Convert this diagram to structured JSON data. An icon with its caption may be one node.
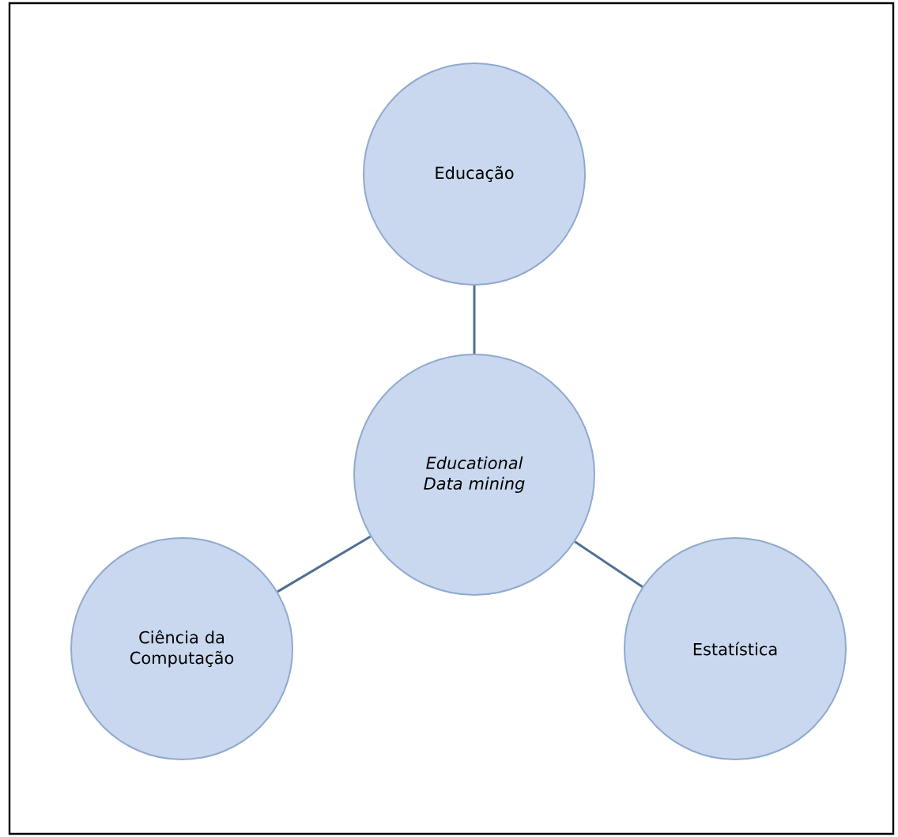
{
  "diagram": {
    "nodes": [
      {
        "text": [
          "Educação"
        ]
      },
      {
        "text": [
          "Educational Data mining"
        ]
      },
      {
        "text": [
          "Ciência da Computação"
        ]
      },
      {
        "text": [
          "Estatística"
        ]
      }
    ],
    "edges": [
      {
        "from": 1,
        "to": 0,
        "arrow": "none"
      },
      {
        "from": 1,
        "to": 2,
        "arrow": "none"
      },
      {
        "from": 1,
        "to": 3,
        "arrow": "none"
      }
    ]
  }
}
